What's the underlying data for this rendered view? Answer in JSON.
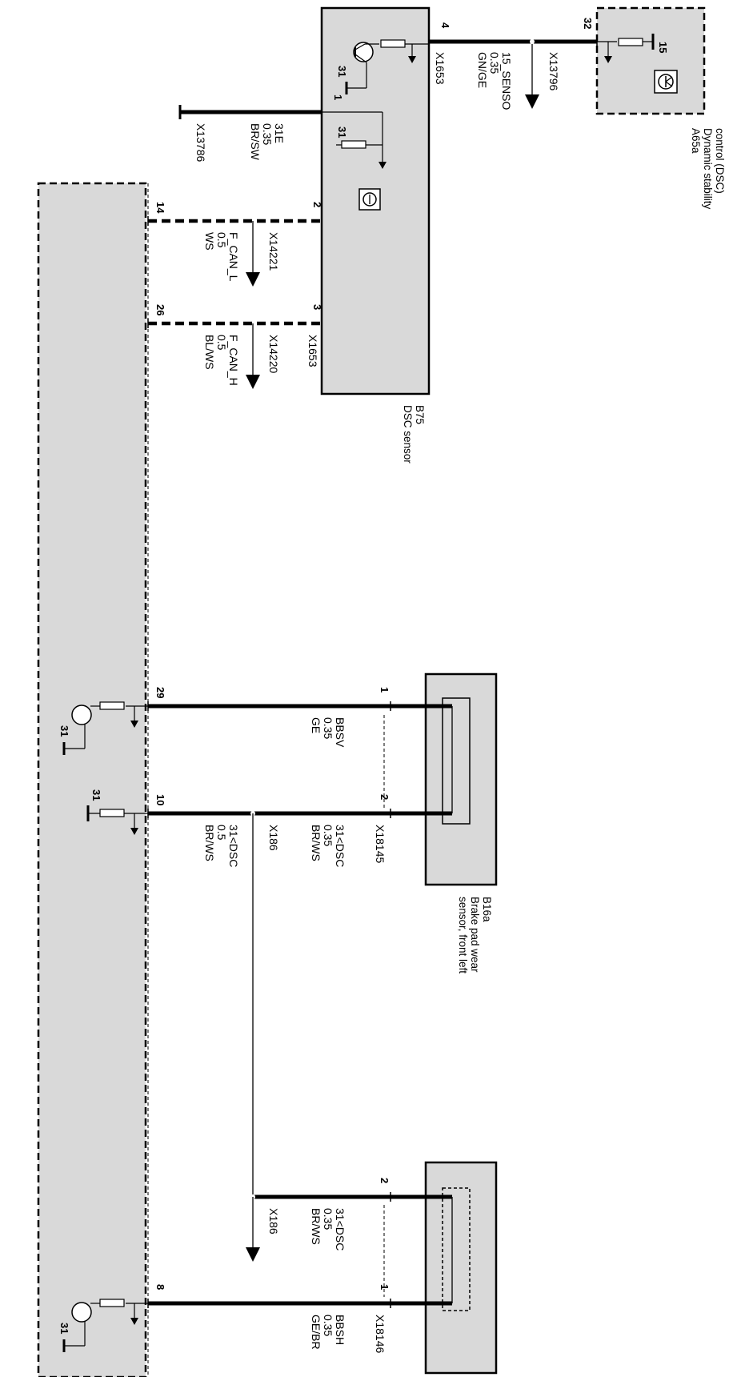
{
  "components": {
    "a65a": {
      "id": "A65a",
      "line1": "Dynamic stability",
      "line2": "control (DSC)"
    },
    "b75": {
      "id": "B75",
      "name": "DSC sensor"
    },
    "b16a": {
      "id": "B16a",
      "line1": "Brake pad wear",
      "line2": "sensor, front left"
    }
  },
  "connectors": {
    "x1653_top": "X1653",
    "x1653_bottom": "X1653",
    "x13796": "X13796",
    "x13786": "X13786",
    "x14221": "X14221",
    "x14220": "X14220",
    "x18145": "X18145",
    "x186_a": "X186",
    "x186_b": "X186",
    "x18146": "X18146"
  },
  "pins": {
    "a65a_32": "32",
    "b75_4": "4",
    "b75_1": "1",
    "b75_2": "2",
    "b75_3": "3",
    "dme_14": "14",
    "dme_26": "26",
    "b16a_1": "1",
    "b16a_2": "2",
    "dme_29": "29",
    "dme_10": "10",
    "b16b_2": "2",
    "b16b_1": "1",
    "dme_8": "8"
  },
  "wires": {
    "w_15_senso": {
      "signal": "15_SENSO",
      "size": "0.35",
      "color": "GN/GE"
    },
    "w_31e": {
      "signal": "31E",
      "size": "0.35",
      "color": "BR/SW"
    },
    "w_can_l": {
      "signal": "F_CAN_L",
      "size": "0.5",
      "color": "WS"
    },
    "w_can_h": {
      "signal": "F_CAN_H",
      "size": "0.5",
      "color": "BL/WS"
    },
    "w_bbsv": {
      "signal": "BBSV",
      "size": "0.35",
      "color": "GE"
    },
    "w_31dsc_a": {
      "signal": "31<DSC",
      "size": "0.35",
      "color": "BR/WS"
    },
    "w_31dsc_b": {
      "signal": "31<DSC",
      "size": "0.5",
      "color": "BR/WS"
    },
    "w_31dsc_c": {
      "signal": "31<DSC",
      "size": "0.35",
      "color": "BR/WS"
    },
    "w_bbsh": {
      "signal": "BBSH",
      "size": "0.35",
      "color": "GE/BR"
    }
  },
  "ground": {
    "g1": "31",
    "g2": "31",
    "g3": "31",
    "g4": "31",
    "g5": "31"
  },
  "supply": {
    "s15": "15"
  },
  "colors": {
    "component_fill": "#d9d9d9",
    "wire": "#000000",
    "background": "#ffffff"
  }
}
